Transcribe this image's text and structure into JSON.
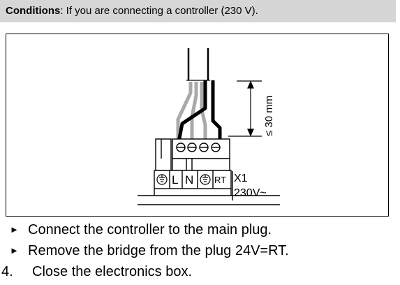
{
  "conditions": {
    "label": "Conditions",
    "text": ": If you are connecting a controller (230 V)."
  },
  "figure": {
    "dimension_label": "≤ 30 mm",
    "terminal_labels": [
      "L",
      "N"
    ],
    "rt_label": "RT",
    "connector_label": "X1",
    "voltage_label": "230V~",
    "ground_symbol": "⊕"
  },
  "steps": [
    {
      "bullet": "►",
      "text": "Connect the controller to the main plug."
    },
    {
      "bullet": "►",
      "text": "Remove the bridge from the plug 24V=RT."
    }
  ],
  "numbered_step": {
    "number": "4.",
    "text": "Close the electronics box."
  }
}
